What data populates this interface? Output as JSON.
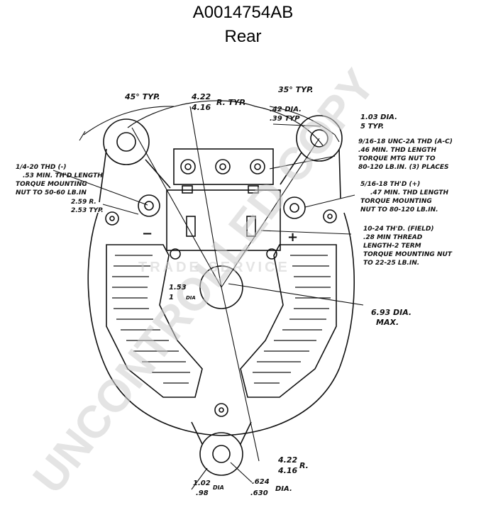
{
  "header": {
    "part_number": "A0014754AB",
    "view": "Rear"
  },
  "watermark": {
    "text": "UNCONTROLLED COPY",
    "logo_text": "TRADE SERVICE"
  },
  "dimensions": {
    "angle_left": "45° TYP.",
    "angle_right": "35° TYP.",
    "radius_top_a": "4.22",
    "radius_top_b": "4.16",
    "radius_top_suffix": "R. TYP.",
    "dia_a": ".42 DIA.",
    "dia_b": ".39 TYP",
    "dia_top_right_a": "1.03 DIA.",
    "dia_top_right_b": "5 TYP.",
    "ac_note_1": "9/16-18 UNC-2A THD (A-C)",
    "ac_note_2": ".46 MIN. THD LENGTH",
    "ac_note_3": "TORQUE MTG NUT TO",
    "ac_note_4": "80-120 LB.IN. (3) PLACES",
    "neg_note_1": "1/4-20 THD (-)",
    "neg_note_2": ".53 MIN. TH'D LENGTH",
    "neg_note_3": "TORQUE MOUNTING",
    "neg_note_4": "NUT TO 50-60 LB.IN",
    "r_small_a": "2.59 R.",
    "r_small_b": "2.53 TYP.",
    "pos_note_1": "5/16-18 TH'D (+)",
    "pos_note_2": ".47 MIN. THD LENGTH",
    "pos_note_3": "TORQUE MOUNTING",
    "pos_note_4": "NUT TO 80-120 LB.IN.",
    "field_note_1": "10-24 TH'D. (FIELD)",
    "field_note_2": ".28 MIN THREAD",
    "field_note_3": "LENGTH-2 TERM",
    "field_note_4": "TORQUE MOUNTING NUT",
    "field_note_5": "TO 22-25 LB.IN.",
    "center_a": "1.53",
    "center_b": "1",
    "center_dia": "DIA",
    "body_dia_a": "6.93 DIA.",
    "body_dia_b": "MAX.",
    "radius_bottom_a": "4.22",
    "radius_bottom_b": "4.16",
    "radius_bottom_suffix": "R.",
    "boss_dia_a": "1.02",
    "boss_dia_b": ".98",
    "boss_dia_suffix": "DIA",
    "hole_dia_a": ".624",
    "hole_dia_b": ".630",
    "hole_dia_suffix": "DIA.",
    "minus_sign": "−",
    "plus_sign": "+"
  }
}
